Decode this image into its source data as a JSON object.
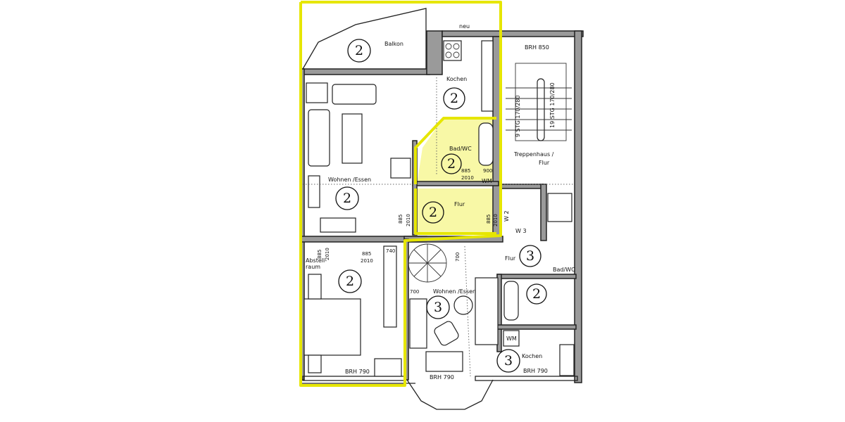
{
  "plan": {
    "accent_color": "#e6e600",
    "labels": {
      "balkon": "Balkon",
      "neu": "neu",
      "brh_850": "BRH 850",
      "kochen_top": "Kochen",
      "stairs_left": "9 STG 170/280",
      "stairs_right": "19 STG 170/280",
      "treppenhaus": "Treppenhaus /",
      "treppenhaus_flur": "Flur",
      "bad_top": "Bad/WC",
      "wohnen_top": "Wohnen /Essen",
      "flur_mid": "Flur",
      "abstell_1": "Abstell-",
      "abstell_2": "raum",
      "w2": "W 2",
      "w3": "W 3",
      "flur_right": "Flur",
      "bad_right": "Bad/WC",
      "wohnen_bottom": "Wohnen /Essen",
      "wm_top": "WM",
      "wm_bottom": "WM",
      "kochen_bottom": "Kochen",
      "brh_790_a": "BRH 790",
      "brh_790_b": "BRH 790",
      "brh_790_c": "BRH 790"
    },
    "dimensions": {
      "bad_885": "885",
      "bad_2010": "2010",
      "bad_900": "900",
      "flur_l_885": "885",
      "flur_l_2010": "2010",
      "flur_r_885": "885",
      "flur_r_2010": "2010",
      "abst_885": "885",
      "abst_2010": "2010",
      "mid_885": "885",
      "mid_2010": "2010",
      "d740": "740",
      "d700_stair": "700",
      "d700_left": "700"
    },
    "unit_markers": {
      "balkon": "2",
      "kochen_top": "2",
      "bad_top": "2",
      "wohnen_top": "2",
      "flur_mid": "2",
      "bedroom": "2",
      "flur_right": "3",
      "bad_right": "2",
      "wohnen_bottom": "3",
      "kochen_bottom": "3"
    }
  }
}
